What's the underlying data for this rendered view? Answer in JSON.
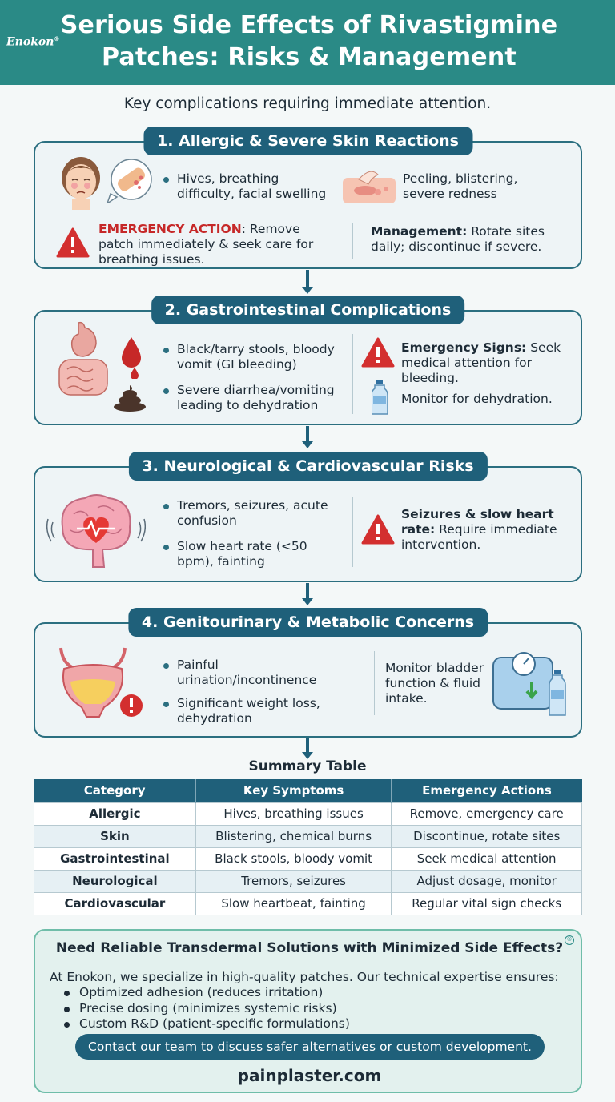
{
  "header": {
    "brand": "Enokon",
    "title_line1": "Serious Side Effects of Rivastigmine",
    "title_line2": "Patches: Risks & Management"
  },
  "subtitle": "Key complications requiring immediate attention.",
  "sections": [
    {
      "title": "1. Allergic & Severe Skin Reactions",
      "bullets": [
        "Hives, breathing difficulty, facial swelling"
      ],
      "skin_text": "Peeling, blistering, severe redness",
      "emergency_label": "EMERGENCY ACTION",
      "emergency_text": ": Remove patch immediately & seek care for breathing issues.",
      "management_label": "Management:",
      "management_text": " Rotate sites daily; discontinue if severe."
    },
    {
      "title": "2. Gastrointestinal Complications",
      "bullets": [
        "Black/tarry stools, bloody vomit (GI bleeding)",
        "Severe diarrhea/vomiting leading to dehydration"
      ],
      "signs_label": "Emergency Signs:",
      "signs_text": " Seek medical attention for bleeding.",
      "monitor_text": "Monitor for dehydration."
    },
    {
      "title": "3. Neurological & Cardiovascular Risks",
      "bullets": [
        "Tremors, seizures, acute confusion",
        "Slow heart rate (<50 bpm), fainting"
      ],
      "alert_label": "Seizures & slow heart rate:",
      "alert_text": " Require immediate intervention."
    },
    {
      "title": "4. Genitourinary & Metabolic Concerns",
      "bullets": [
        "Painful urination/incontinence",
        "Significant weight loss, dehydration"
      ],
      "monitor_text": "Monitor bladder function & fluid intake."
    }
  ],
  "summary": {
    "title": "Summary Table",
    "headers": [
      "Category",
      "Key Symptoms",
      "Emergency Actions"
    ],
    "rows": [
      [
        "Allergic",
        "Hives, breathing issues",
        "Remove, emergency care"
      ],
      [
        "Skin",
        "Blistering, chemical burns",
        "Discontinue, rotate sites"
      ],
      [
        "Gastrointestinal",
        "Black stools, bloody vomit",
        "Seek medical attention"
      ],
      [
        "Neurological",
        "Tremors, seizures",
        "Adjust dosage, monitor"
      ],
      [
        "Cardiovascular",
        "Slow heartbeat, fainting",
        "Regular vital sign checks"
      ]
    ]
  },
  "cta": {
    "title": "Need Reliable Transdermal Solutions with Minimized Side Effects?",
    "body": "At Enokon, we specialize in high-quality patches. Our technical expertise ensures:",
    "items": [
      "Optimized adhesion (reduces irritation)",
      "Precise dosing (minimizes systemic risks)",
      "Custom R&D (patient-specific formulations)"
    ],
    "button": "Contact our team to discuss safer alternatives or custom development.",
    "url": "painplaster.com"
  },
  "colors": {
    "header": "#2a8a86",
    "accent": "#1f607a",
    "alert": "#d32f2f"
  },
  "icons": [
    "face-icon",
    "bandage-icon",
    "skin-peel-icon",
    "warning-icon",
    "stomach-icon",
    "blood-drop-icon",
    "stool-icon",
    "water-bottle-icon",
    "brain-heart-icon",
    "bladder-icon",
    "scale-icon"
  ]
}
